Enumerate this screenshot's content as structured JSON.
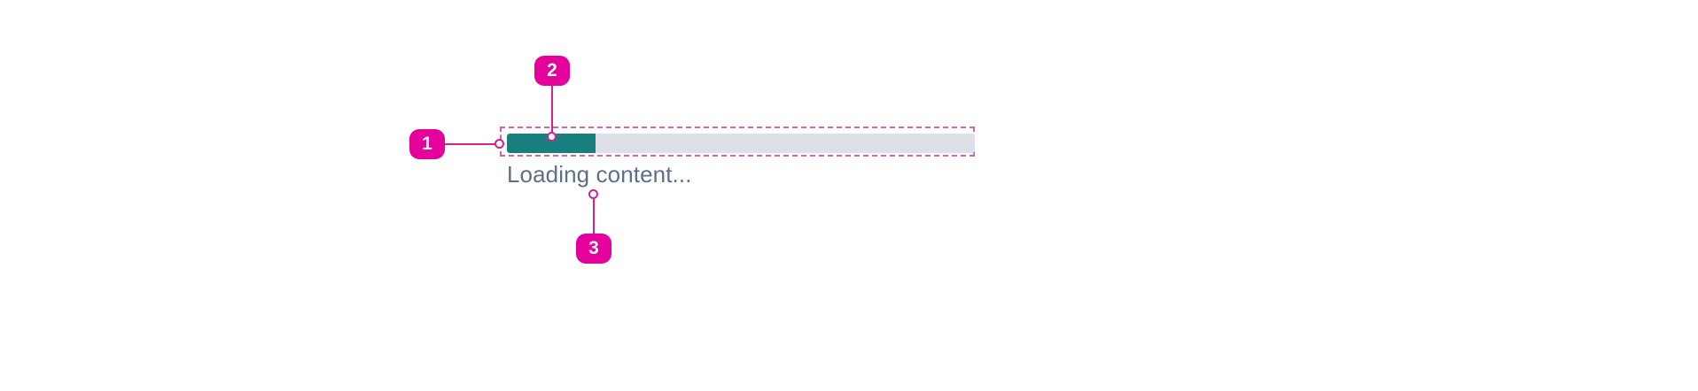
{
  "component": {
    "name": "progress-bar",
    "label": "Loading content...",
    "progress_percent": 19,
    "track_color": "#dde1e7",
    "fill_color": "#17807e",
    "label_color": "#5d7086"
  },
  "annotations": {
    "accent_color": "#e5009b",
    "line_color": "#d6218f",
    "box_color": "#d661b4",
    "markers": [
      {
        "id": "1",
        "label": "1",
        "target": "progress-bar-container"
      },
      {
        "id": "2",
        "label": "2",
        "target": "progress-bar-fill"
      },
      {
        "id": "3",
        "label": "3",
        "target": "loading-status-text"
      }
    ]
  },
  "canvas": {
    "background": "#ffffff"
  }
}
